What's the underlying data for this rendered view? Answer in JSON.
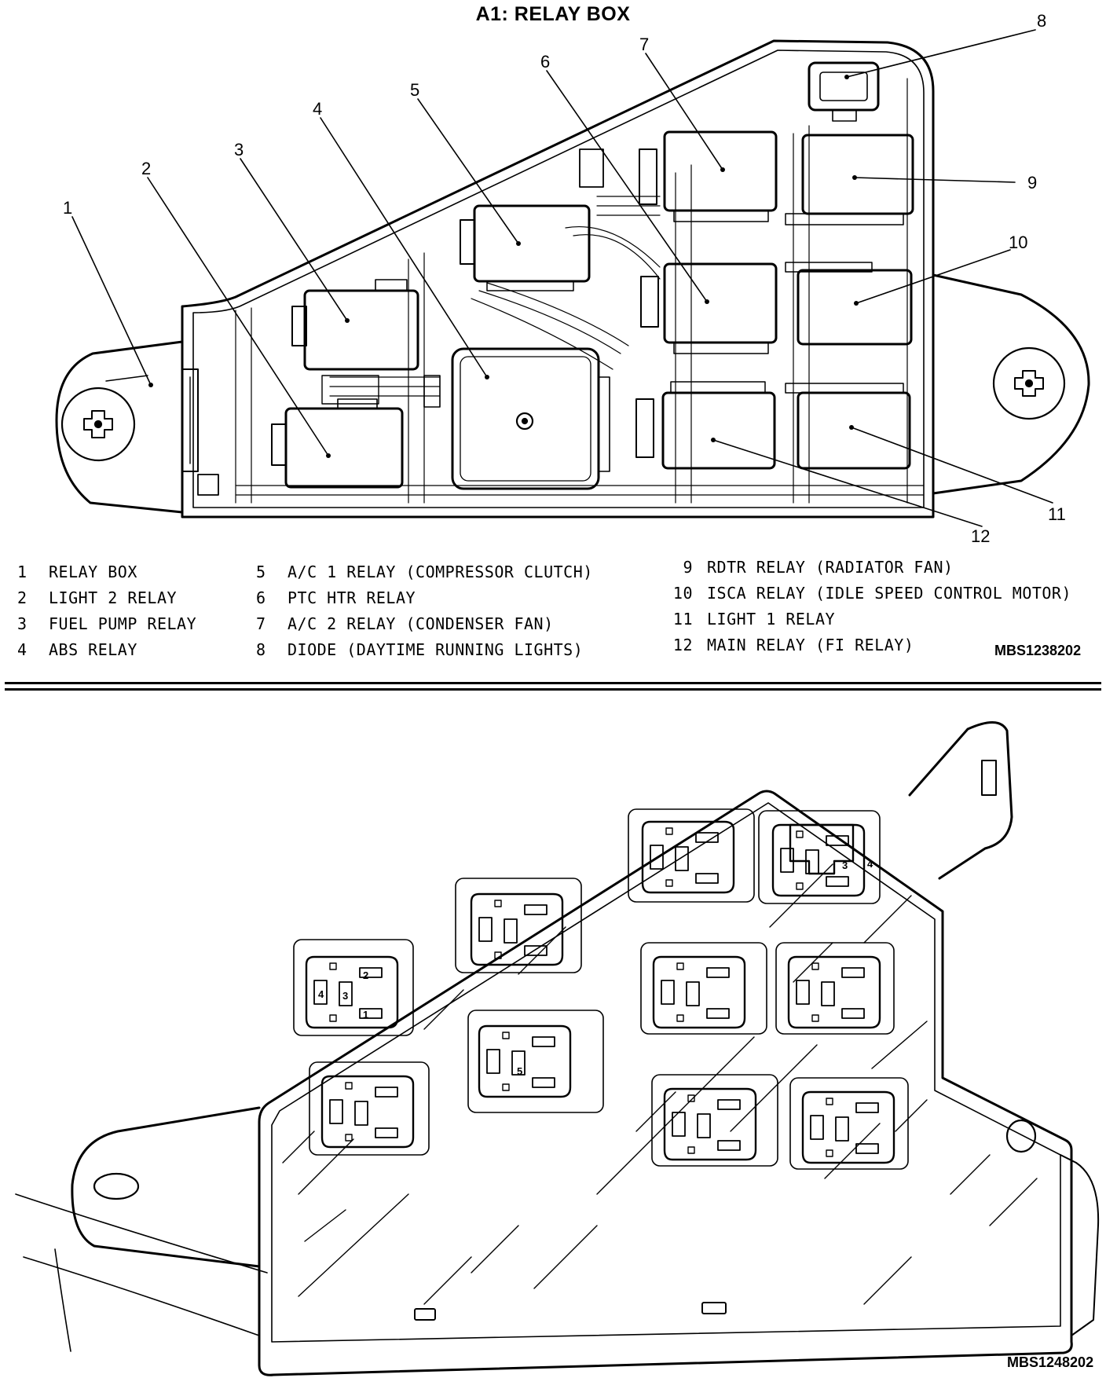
{
  "title": "A1: RELAY BOX",
  "callouts": [
    "1",
    "2",
    "3",
    "4",
    "5",
    "6",
    "7",
    "8",
    "9",
    "10",
    "11",
    "12"
  ],
  "legend": {
    "col1": [
      {
        "num": "1",
        "label": "RELAY BOX"
      },
      {
        "num": "2",
        "label": "LIGHT 2 RELAY"
      },
      {
        "num": "3",
        "label": "FUEL PUMP RELAY"
      },
      {
        "num": "4",
        "label": "ABS RELAY"
      }
    ],
    "col2": [
      {
        "num": "5",
        "label": "A/C 1 RELAY (COMPRESSOR CLUTCH)"
      },
      {
        "num": "6",
        "label": "PTC HTR RELAY"
      },
      {
        "num": "7",
        "label": "A/C 2 RELAY (CONDENSER FAN)"
      },
      {
        "num": "8",
        "label": "DIODE (DAYTIME RUNNING LIGHTS)"
      }
    ],
    "col3": [
      {
        "num": "9",
        "label": "RDTR RELAY (RADIATOR FAN)"
      },
      {
        "num": "10",
        "label": "ISCA RELAY (IDLE SPEED CONTROL MOTOR)"
      },
      {
        "num": "11",
        "label": "LIGHT 1 RELAY"
      },
      {
        "num": "12",
        "label": "MAIN RELAY (FI RELAY)"
      }
    ]
  },
  "figure_codes": {
    "top": "MBS1238202",
    "bottom": "MBS1248202"
  },
  "socket_pins": [
    "1",
    "2",
    "3",
    "4",
    "5"
  ],
  "colors": {
    "ink": "#000000",
    "paper": "#ffffff"
  }
}
